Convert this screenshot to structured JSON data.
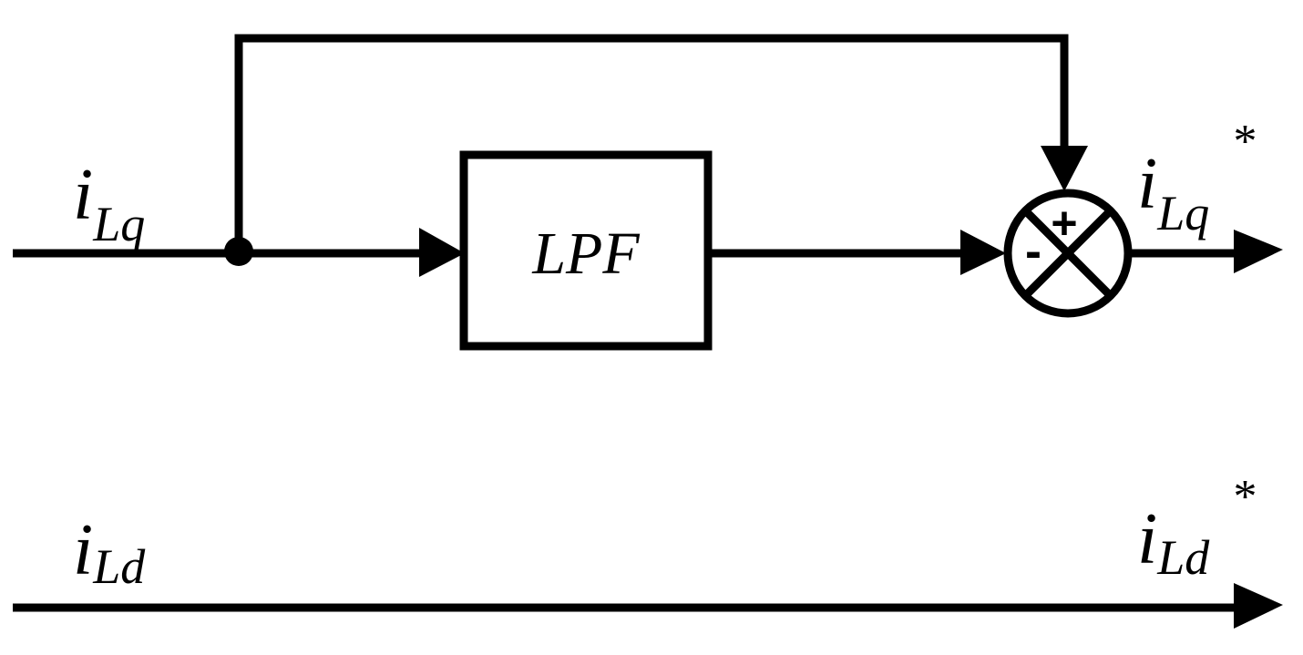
{
  "diagram": {
    "block_label": "LPF",
    "input_q": {
      "main": "i",
      "sub": "Lq"
    },
    "output_q": {
      "main": "i",
      "sub": "Lq",
      "sup": "*"
    },
    "input_d": {
      "main": "i",
      "sub": "Ld"
    },
    "output_d": {
      "main": "i",
      "sub": "Ld",
      "sup": "*"
    },
    "sum_plus": "+",
    "sum_minus": "-",
    "colors": {
      "stroke": "#000000",
      "background": "#ffffff"
    }
  }
}
